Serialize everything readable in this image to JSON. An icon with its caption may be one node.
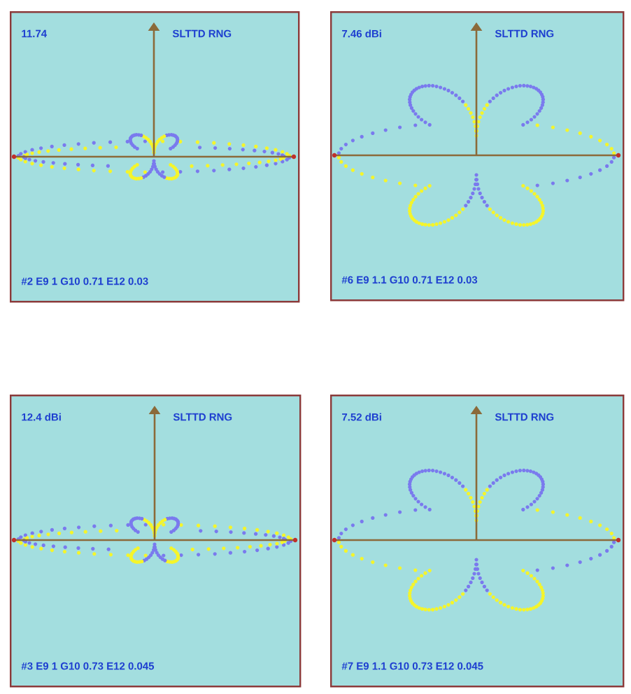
{
  "diagram": {
    "nodes": [
      {
        "text": [
          "11.74",
          "SLTTD RNG",
          "#2 E9 1 G10 0.71 E12 0.03"
        ]
      },
      {
        "text": [
          "7.46 dBi",
          "SLTTD RNG",
          "#6 E9 1.1 G10 0.71 E12 0.03"
        ]
      },
      {
        "text": [
          "12.4 dBi",
          "SLTTD RNG",
          "#3 E9 1 G10 0.73 E12 0.045"
        ]
      },
      {
        "text": [
          "7.52 dBi",
          "SLTTD RNG",
          "#7 E9 1.1 G10 0.73 E12 0.045"
        ]
      }
    ]
  }
}
